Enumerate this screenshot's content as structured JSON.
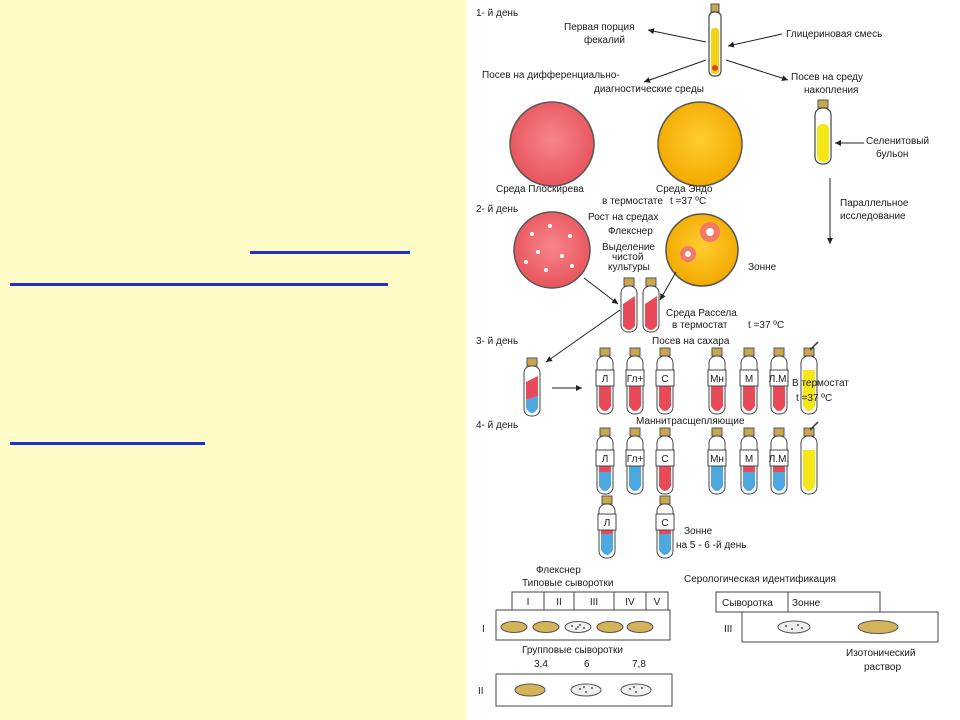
{
  "day_labels": [
    "1- й день",
    "2- й день",
    "3- й день",
    "4- й день"
  ],
  "top": {
    "first_portion": [
      "Первая порция",
      "фекалий"
    ],
    "glycerin": "Глицериновая смесь",
    "diff_media": [
      "Посев на дифференциально-",
      "диагностические среды"
    ],
    "accum_media": [
      "Посев на среду",
      "накопления"
    ],
    "selenite": [
      "Селенитовый",
      "бульон"
    ],
    "parallel": [
      "Параллельное",
      "исследование"
    ]
  },
  "plates": {
    "ploskirev": "Среда  Плоскирева",
    "endo": "Среда   Эндо",
    "thermostat": "в термостате",
    "temp": "t =37 ºC"
  },
  "day2": {
    "growth": [
      "Рост на средах"
    ],
    "flexner": "Флекснер",
    "isolation": [
      "Выделение",
      "чистой",
      "культуры"
    ],
    "sonne": "Зонне",
    "russell": "Среда Рассела",
    "russell_thermo": "в термостат",
    "russell_temp": "t =37 ºC"
  },
  "day3": {
    "sugars": "Посев на сахара",
    "tubes": [
      "Л",
      "Гл+",
      "С",
      "Мн",
      "М",
      "Л.М."
    ],
    "thermostat": "В термостат",
    "temp": "t =37 ºC",
    "mannitol": "Маннитрасщепляющие"
  },
  "day4": {
    "tubes": [
      "Л",
      "Гл+",
      "С",
      "Мн",
      "М",
      "Л.М."
    ],
    "sonne_tubes": [
      "Л",
      "С"
    ],
    "sonne": "Зонне",
    "sonne_days": "на 5 - 6 -й день"
  },
  "serology": {
    "flexner": "Флекснер",
    "typed": "Типовые    сыворотки",
    "roman": [
      "I",
      "II",
      "III",
      "IV",
      "V"
    ],
    "row1": "I",
    "group": "Групповые   сыворотки",
    "group_nums": [
      "3,4",
      "6",
      "7,8"
    ],
    "row2": "II",
    "ident": "Серологическая идентификация",
    "serum": "Сыворотка",
    "sonne": "Зонне",
    "row3": "III",
    "saline": [
      "Изотонический",
      "раствор"
    ]
  }
}
